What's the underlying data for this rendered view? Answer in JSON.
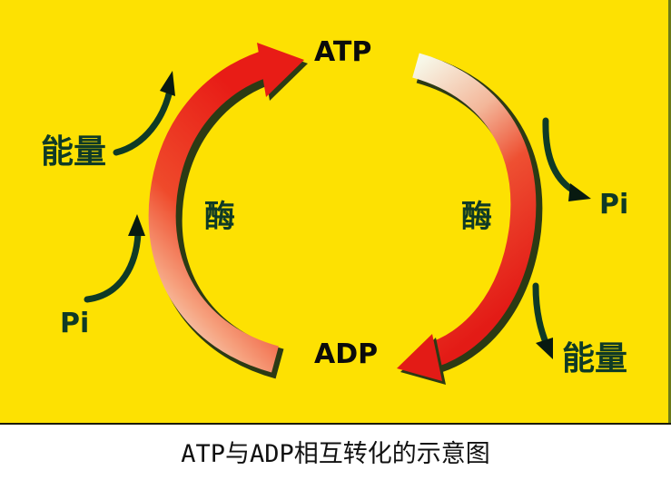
{
  "diagram": {
    "title": "ATP与ADP相互转化的示意图",
    "nodes": {
      "top": "ATP",
      "bottom": "ADP"
    },
    "left_cycle": {
      "enzyme_label": "酶",
      "input_energy_label": "能量",
      "input_pi_label": "Pi",
      "direction": "ADP → ATP (synthesis)"
    },
    "right_cycle": {
      "enzyme_label": "酶",
      "output_pi_label": "Pi",
      "output_energy_label": "能量",
      "direction": "ATP → ADP (hydrolysis)"
    },
    "colors": {
      "background": "#fde102",
      "arrow_red": "#e8201a",
      "arrow_fade": "#f4f4e6",
      "side_arrow_green": "#0f3a26",
      "text_black": "#0b0b0b"
    }
  }
}
